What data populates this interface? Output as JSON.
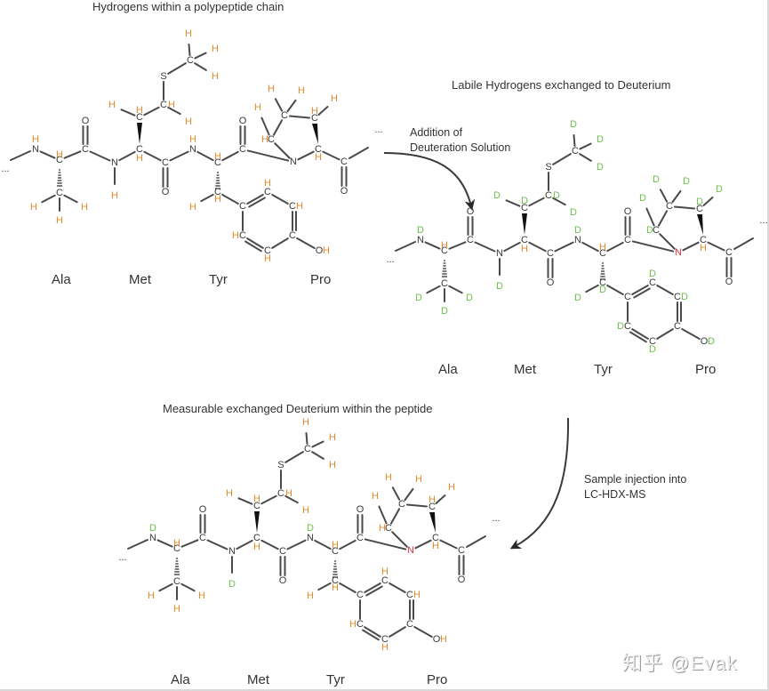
{
  "colors": {
    "bond": "#4a4a4a",
    "carbon": "#3a3a3a",
    "hydrogen": "#e08a2e",
    "deuterium": "#6cc04a",
    "nitrogen_highlight": "#e0303a",
    "text": "#333333"
  },
  "panels": [
    {
      "id": "native",
      "title": "Hydrogens within a polypeptide chain",
      "residues": [
        "Ala",
        "Met",
        "Tyr",
        "Pro"
      ],
      "exchange_label": "H",
      "labile_label": "H",
      "backbone_amide_label": "H",
      "pro_n_highlight": false
    },
    {
      "id": "deuterated",
      "title": "Labile Hydrogens exchanged to Deuterium",
      "residues": [
        "Ala",
        "Met",
        "Tyr",
        "Pro"
      ],
      "exchange_label": "D",
      "labile_label": "D",
      "backbone_amide_label": "D",
      "pro_n_highlight": true
    },
    {
      "id": "measured",
      "title": "Measurable exchanged Deuterium within the peptide",
      "residues": [
        "Ala",
        "Met",
        "Tyr",
        "Pro"
      ],
      "exchange_label": "H",
      "labile_label": "H",
      "backbone_amide_label": "D",
      "pro_n_highlight": true
    }
  ],
  "steps": [
    {
      "label": "Addition of\nDeuteration Solution"
    },
    {
      "label": "Sample injection into\nLC-HDX-MS"
    }
  ],
  "ellipsis": "...",
  "watermark": "知乎 @Evak"
}
